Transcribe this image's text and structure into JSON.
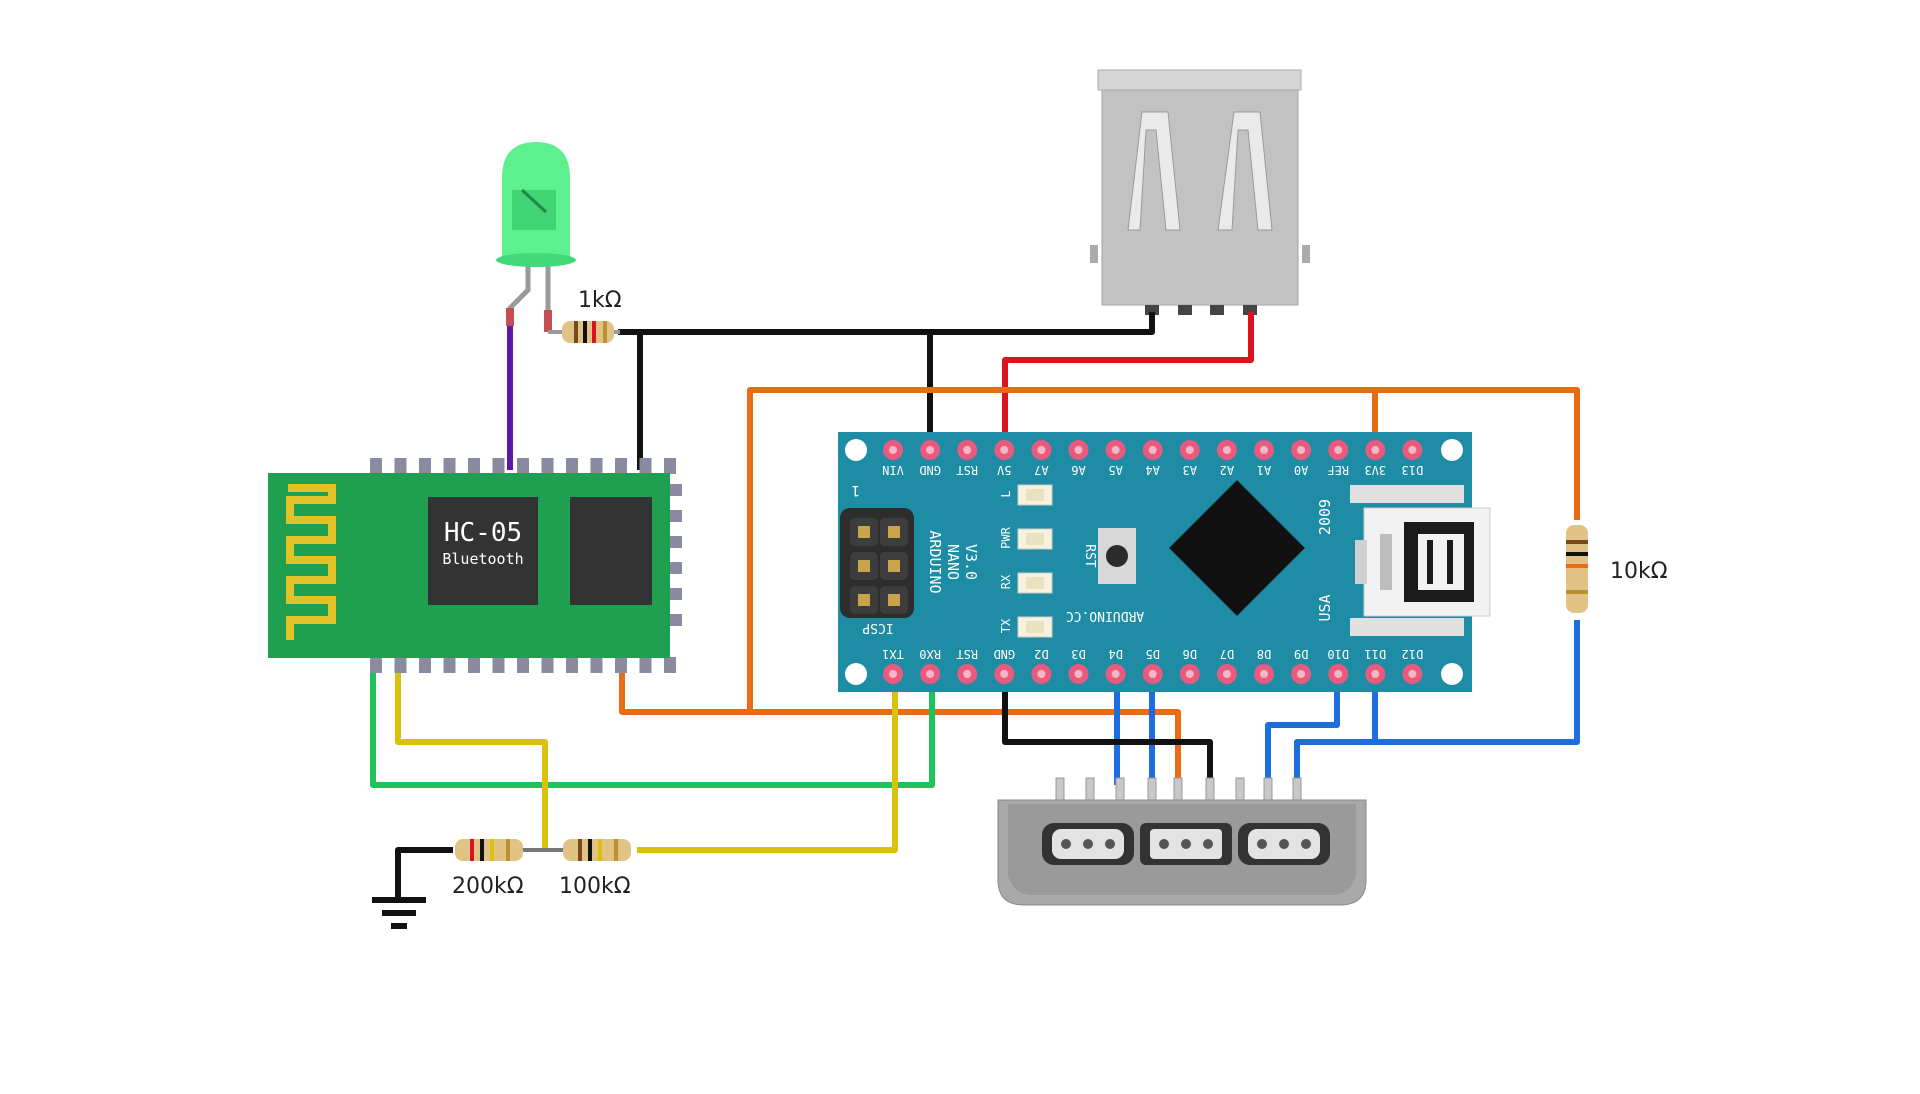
{
  "bluetooth_module": {
    "title": "HC-05",
    "subtitle": "Bluetooth"
  },
  "arduino": {
    "name_lines": [
      "ARDUINO",
      "NANO",
      "V3.0"
    ],
    "website": "ARDUINO.CC",
    "year": "2009",
    "country": "USA",
    "icsp_label": "ICSP",
    "icsp_pin1": "1",
    "rst_button_label": "RST",
    "leds": [
      "L",
      "PWR",
      "RX",
      "TX"
    ],
    "top_pins": [
      "VIN",
      "GND",
      "RST",
      "5V",
      "A7",
      "A6",
      "A5",
      "A4",
      "A3",
      "A2",
      "A1",
      "A0",
      "REF",
      "3V3",
      "D13"
    ],
    "bottom_pins": [
      "TX1",
      "RX0",
      "RST",
      "GND",
      "D2",
      "D3",
      "D4",
      "D5",
      "D6",
      "D7",
      "D8",
      "D9",
      "D10",
      "D11",
      "D12"
    ]
  },
  "resistors": {
    "led_resistor": "1kΩ",
    "pullup_resistor": "10kΩ",
    "divider_low": "200kΩ",
    "divider_high": "100kΩ"
  },
  "colors": {
    "board_blue": "#1e8ca4",
    "module_green": "#1fa050",
    "wire_black": "#111111",
    "wire_red": "#d9141c",
    "wire_orange": "#ea6b14",
    "wire_blue": "#1d6de0",
    "wire_green": "#20c35a",
    "wire_yellow": "#dcc10a",
    "wire_purple": "#5a1aa8",
    "led_green": "#5ff08e"
  }
}
